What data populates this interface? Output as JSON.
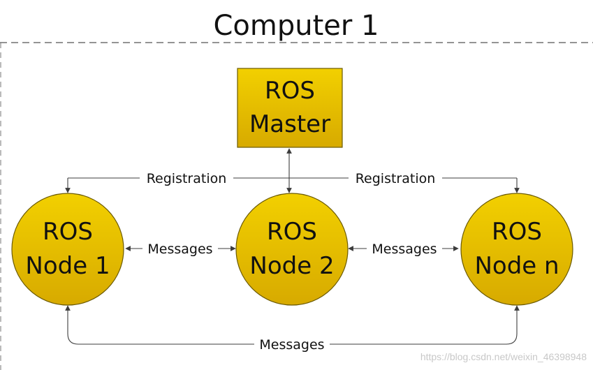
{
  "title": "Computer 1",
  "master": {
    "line1": "ROS",
    "line2": "Master"
  },
  "nodes": [
    {
      "line1": "ROS",
      "line2": "Node 1"
    },
    {
      "line1": "ROS",
      "line2": "Node 2"
    },
    {
      "line1": "ROS",
      "line2": "Node n"
    }
  ],
  "edges": {
    "registration_left": "Registration",
    "registration_right": "Registration",
    "messages_left": "Messages",
    "messages_right": "Messages",
    "messages_bottom": "Messages"
  },
  "colors": {
    "fill_top": "#f2d000",
    "fill_bottom": "#d7aa00",
    "border": "#6b5a00",
    "line": "#3c3c3c"
  },
  "watermark": "https://blog.csdn.net/weixin_46398948"
}
